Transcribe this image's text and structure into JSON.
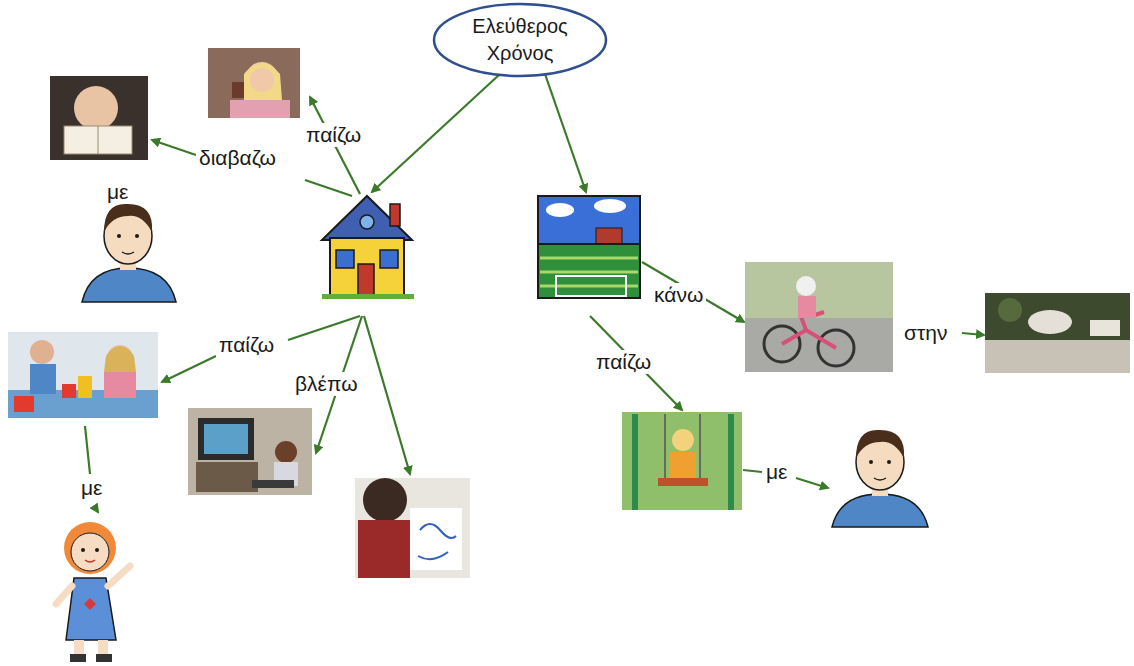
{
  "diagram": {
    "nodes": [
      {
        "text": [
          "Ελεύθερος Χρόνος"
        ]
      }
    ],
    "labels": [
      "παίζω",
      "διαβαζω",
      "με",
      "παίζω",
      "βλέπω",
      "με",
      "κάνω",
      "στην",
      "παίζω",
      "με"
    ]
  }
}
